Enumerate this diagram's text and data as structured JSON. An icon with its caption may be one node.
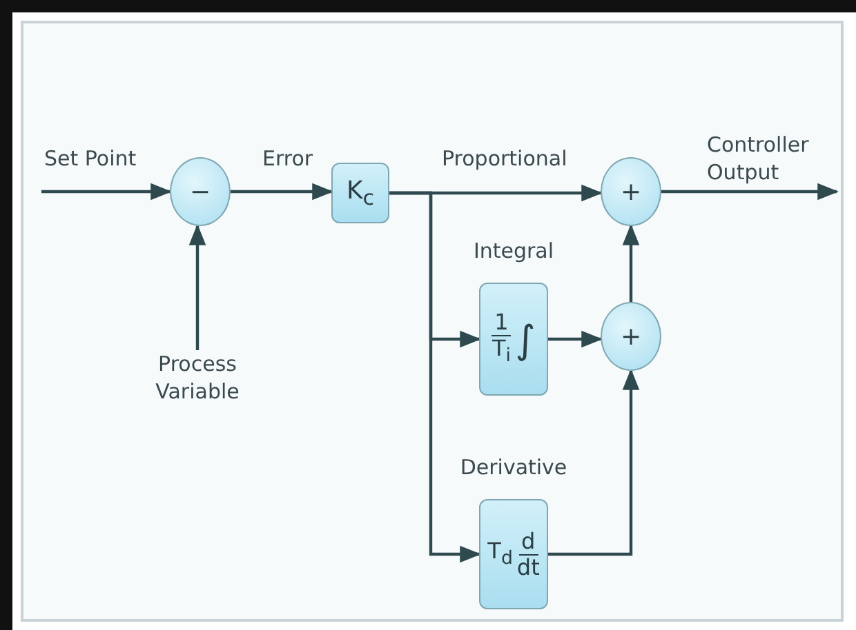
{
  "diagram": {
    "nodes": [
      {
        "text": [
          "−"
        ]
      },
      {
        "text": [
          "K$_{c}$"
        ]
      },
      {
        "text": [
          "+"
        ]
      },
      {
        "text": [
          "Integral",
          "1",
          "T$_{i}$",
          "∫"
        ]
      },
      {
        "text": [
          "+"
        ]
      },
      {
        "text": [
          "Derivative",
          "T$_{d}$",
          "d",
          "dt"
        ]
      },
      {
        "text": [
          "Process Variable"
        ]
      }
    ],
    "edges": [
      {
        "from": null,
        "to": 0,
        "arrow": "to",
        "label": "Set Point"
      },
      {
        "from": 0,
        "to": 1,
        "arrow": "to",
        "label": "Error"
      },
      {
        "from": 1,
        "to": 2,
        "arrow": "to",
        "label": "Proportional"
      },
      {
        "from": 1,
        "to": 3,
        "arrow": "to"
      },
      {
        "from": 1,
        "to": 5,
        "arrow": "to"
      },
      {
        "from": 3,
        "to": 4,
        "arrow": "to"
      },
      {
        "from": 5,
        "to": 4,
        "arrow": "to"
      },
      {
        "from": 4,
        "to": 2,
        "arrow": "to"
      },
      {
        "from": 2,
        "to": null,
        "arrow": "to",
        "label": "Controller Output"
      },
      {
        "from": 6,
        "to": 0,
        "arrow": "to"
      }
    ]
  }
}
